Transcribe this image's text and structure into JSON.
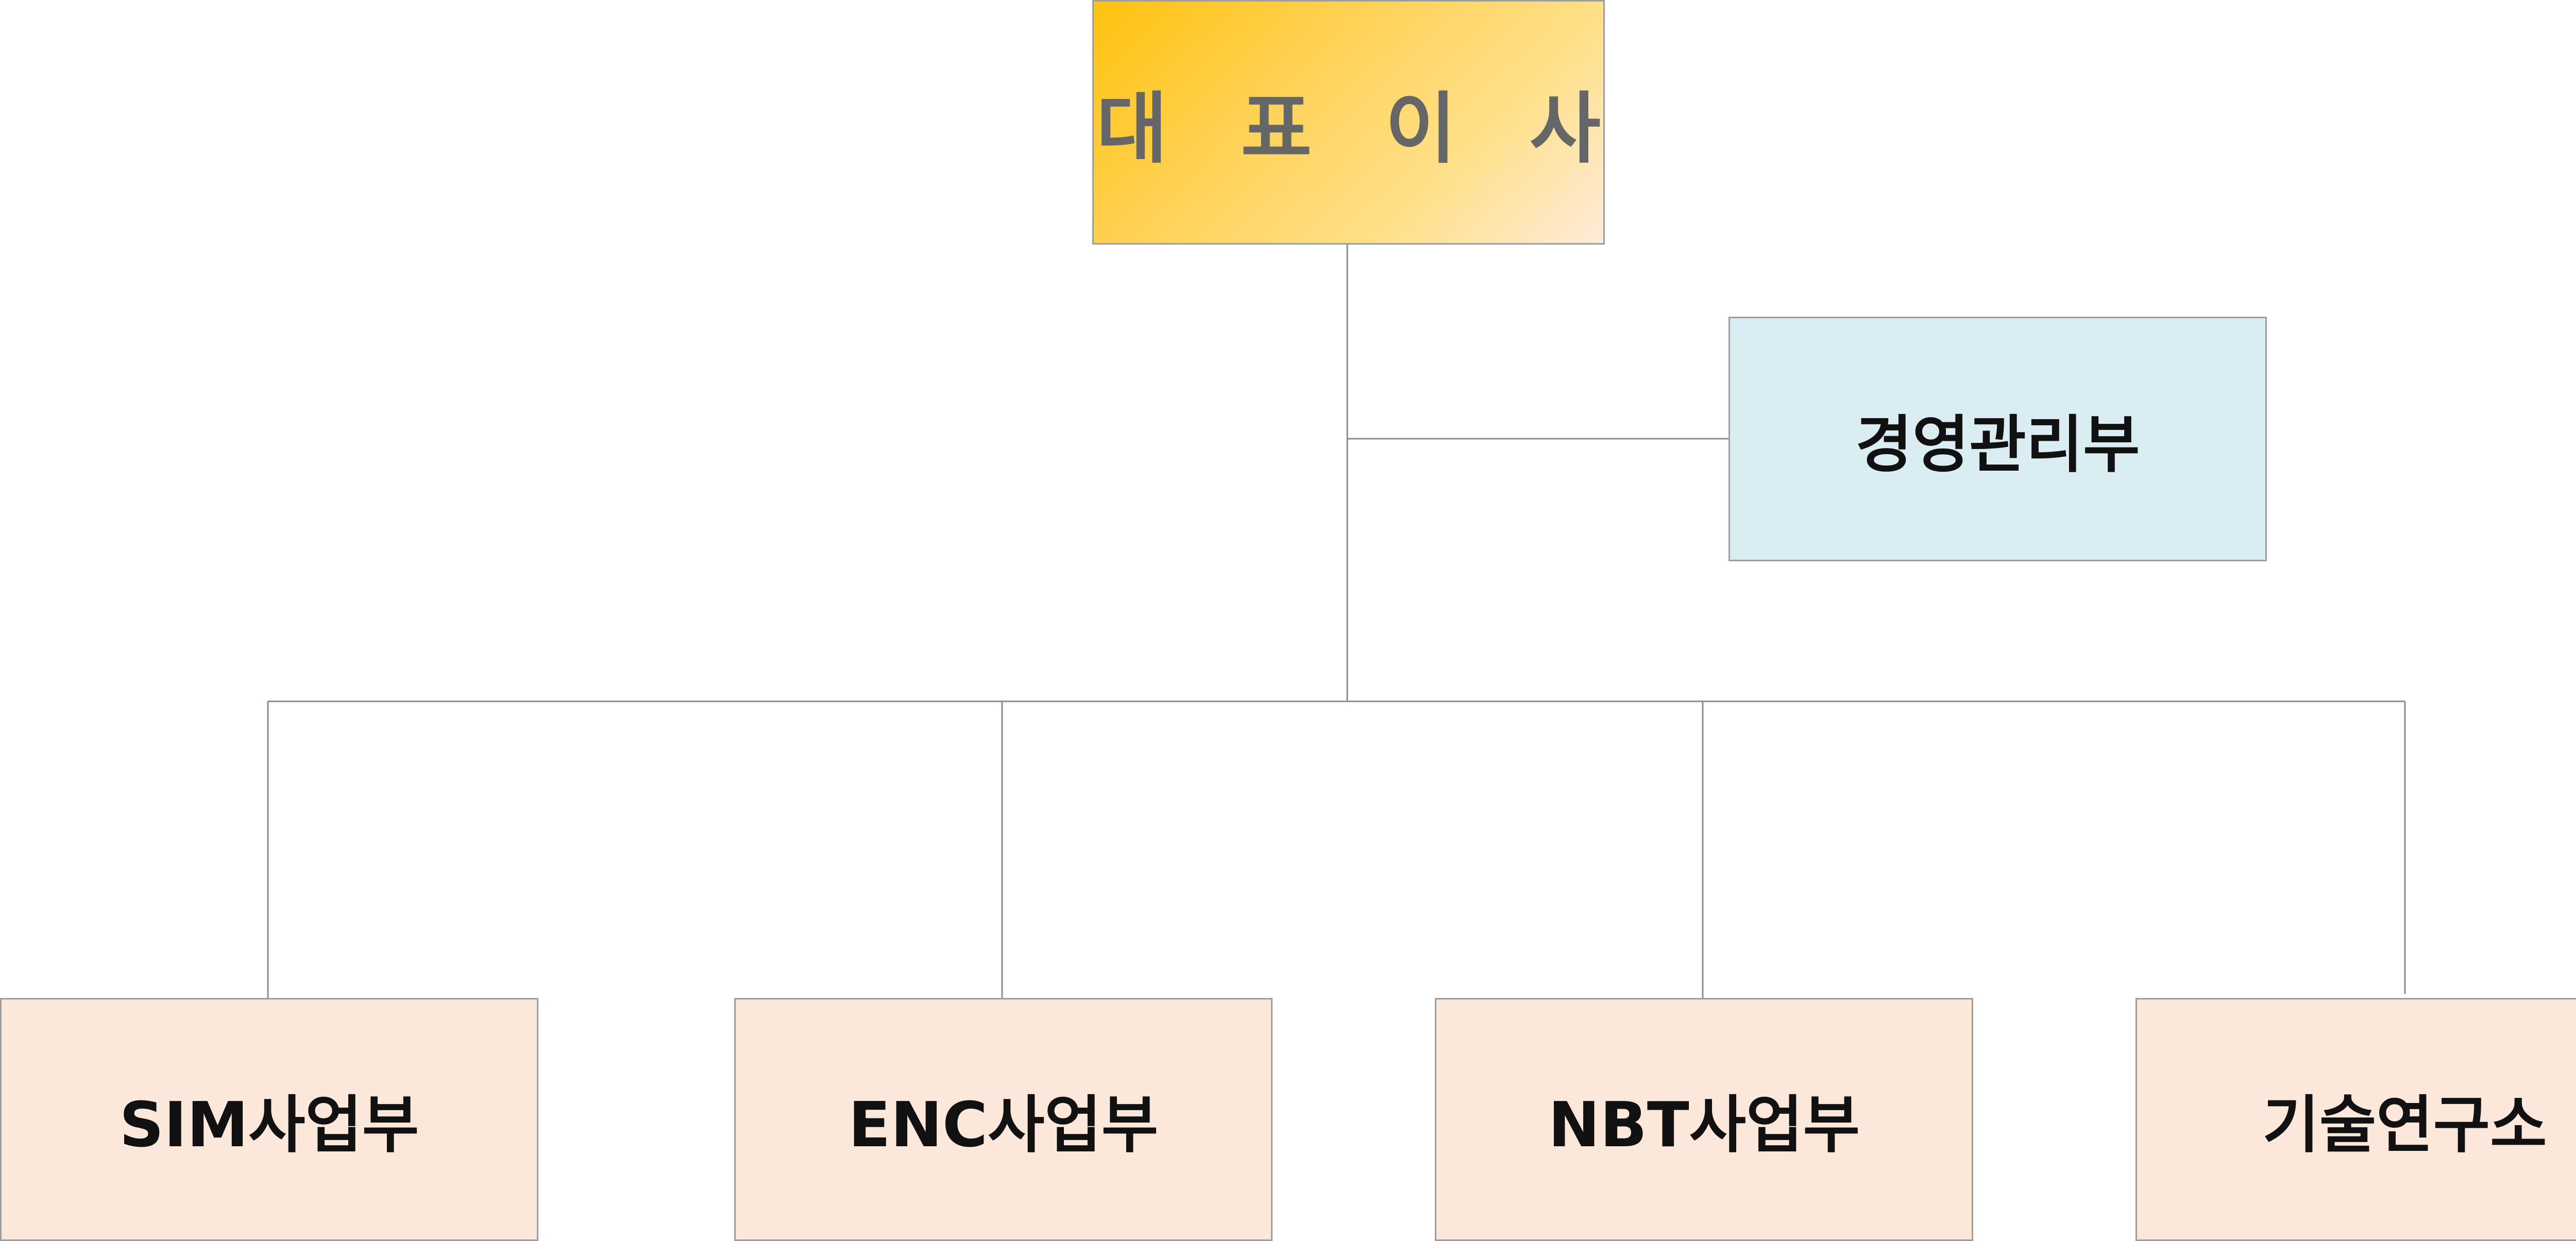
{
  "org_chart": {
    "ceo": "대 표 이 사",
    "management": "경영관리부",
    "departments": [
      "SIM사업부",
      "ENC사업부",
      "NBT사업부",
      "기술연구소"
    ]
  },
  "colors": {
    "ceo_gradient_start": "#ffc20e",
    "ceo_gradient_end": "#fdebd9",
    "management_fill": "#daedf3",
    "department_fill": "#fce8db",
    "connector": "#8c8c8c",
    "ceo_text": "#666666",
    "box_text": "#111111"
  }
}
